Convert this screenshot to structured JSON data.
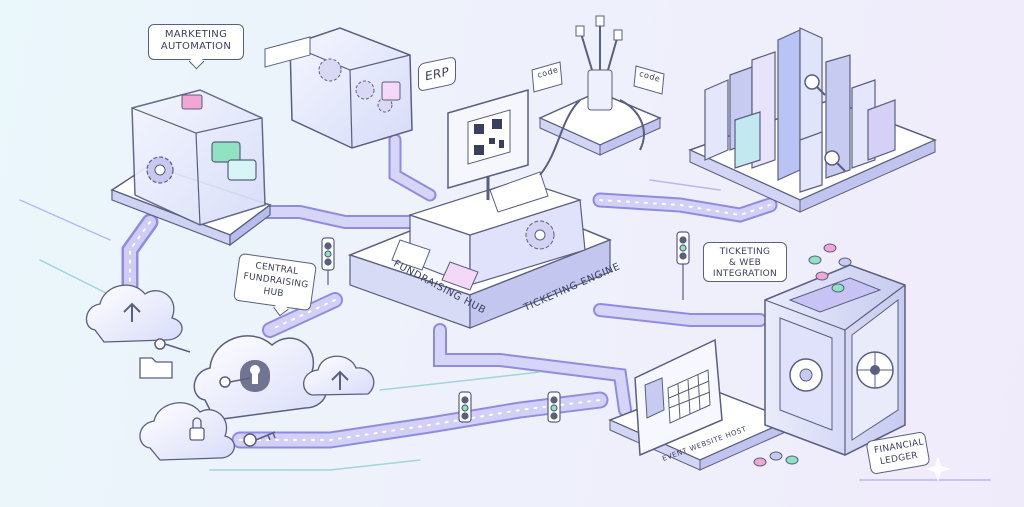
{
  "labels": {
    "marketing_automation": [
      "MARKETING",
      "AUTOMATION"
    ],
    "erp": "ERP",
    "central_fundraising_hub": [
      "CENTRAL",
      "FUNDRAISING",
      "HUB"
    ],
    "fundraising_hub": "FUNDRAISING HUB",
    "ticketing_engine": "TICKETING ENGINE",
    "ticketing_web_integration": [
      "TICKETING",
      "& WEB",
      "INTEGRATION"
    ],
    "event_website_host": "EVENT WEBSITE HOST",
    "financial_ledger": [
      "FINANCIAL",
      "LEDGER"
    ],
    "code_left": "code",
    "code_right": "code"
  },
  "colors": {
    "outline": "#5a5f7e",
    "pipe": "#c9c7f2",
    "pipe_dark": "#8f8ce0",
    "glass": "#dfe6fb",
    "lavender": "#c7c3f4",
    "accent_green": "#8fe3c3",
    "accent_pink": "#f2a6d6"
  },
  "icons": [
    "cloud-lock-icon",
    "key-icon",
    "gear-icon",
    "qr-code-icon",
    "ticket-icon",
    "traffic-light-icon",
    "vault-icon",
    "calendar-icon",
    "chat-bubble-icon",
    "folder-icon",
    "bar-chart-icon",
    "magnifier-icon",
    "coin-icon"
  ]
}
